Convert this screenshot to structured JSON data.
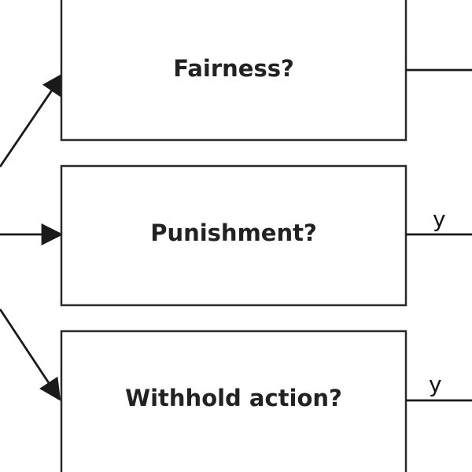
{
  "diagram": {
    "nodes": [
      {
        "id": "fairness",
        "label": "Fairness?"
      },
      {
        "id": "punishment",
        "label": "Punishment?"
      },
      {
        "id": "withhold",
        "label": "Withhold action?"
      }
    ],
    "edges": [
      {
        "to": "fairness",
        "label": ""
      },
      {
        "to": "punishment",
        "label": ""
      },
      {
        "to": "withhold",
        "label": ""
      },
      {
        "from": "fairness",
        "label": ""
      },
      {
        "from": "punishment",
        "label": "y"
      },
      {
        "from": "withhold",
        "label": "y"
      }
    ]
  }
}
